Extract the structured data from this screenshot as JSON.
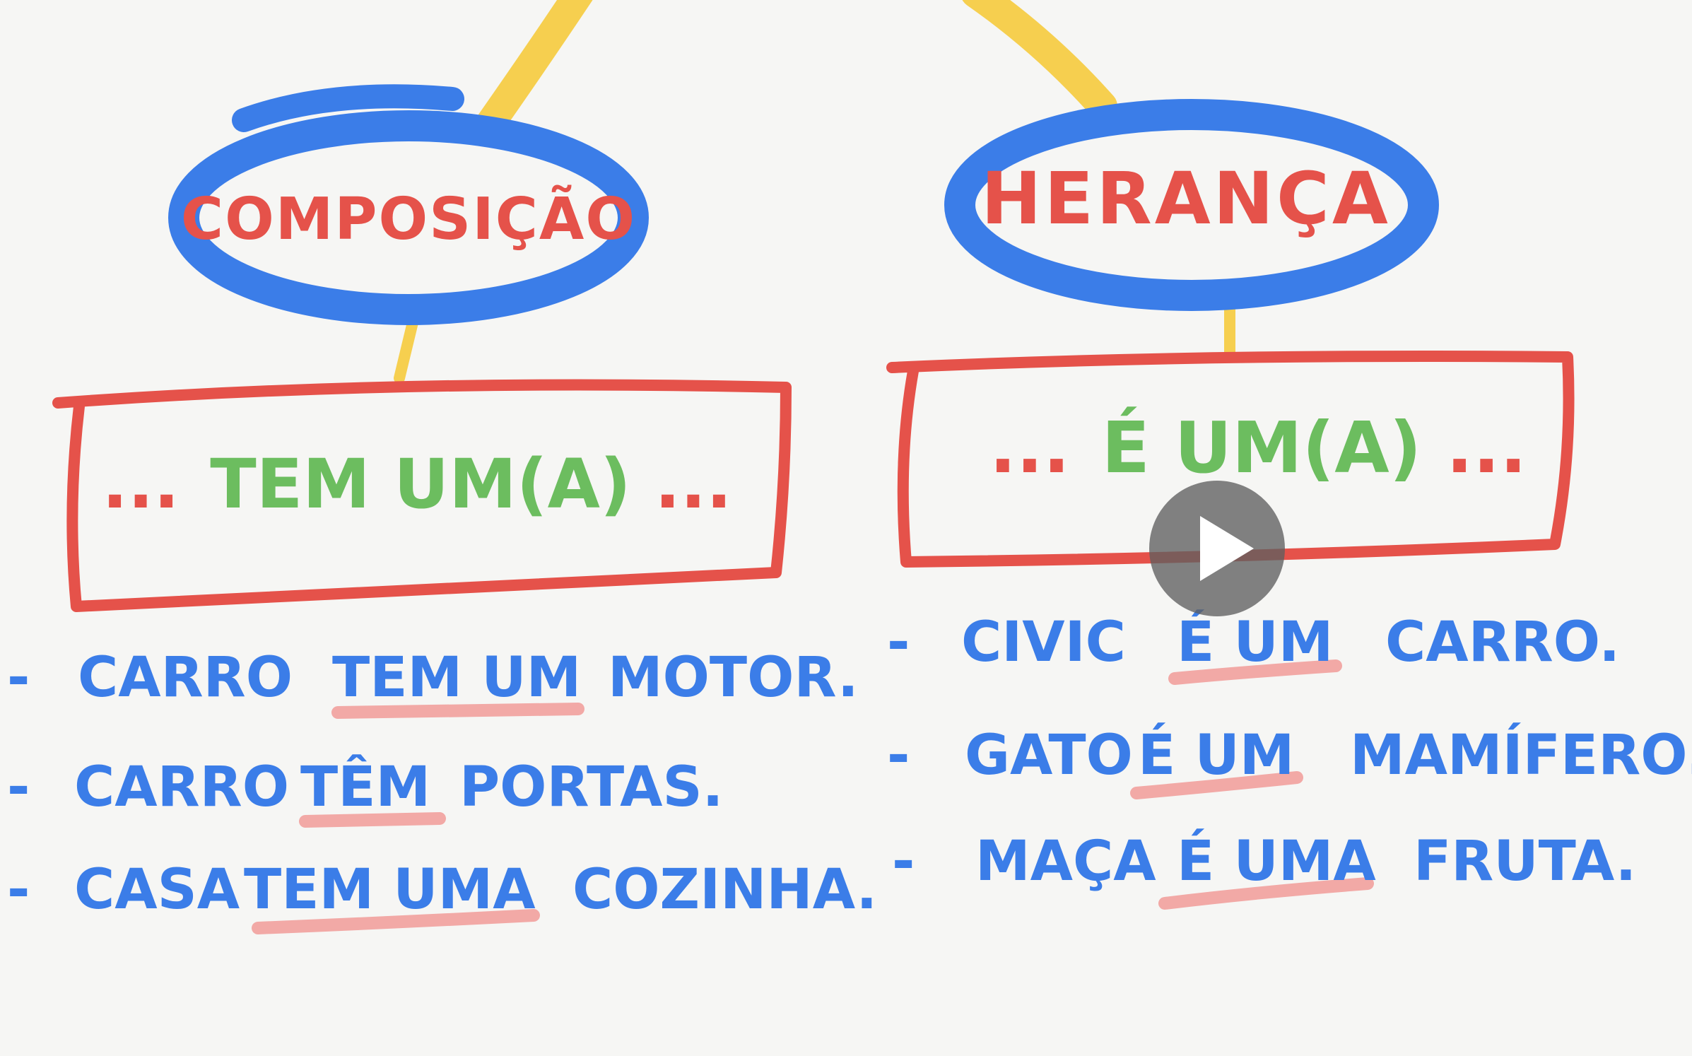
{
  "colors": {
    "background": "#f6f6f4",
    "ellipse": "#3b7de8",
    "connector": "#f6cf4f",
    "box": "#e5524a",
    "relation_text": "#6cbd5f",
    "title_text": "#e5524a",
    "example_text": "#3b7de8",
    "underline": "#f2a9a6"
  },
  "composition": {
    "title": "COMPOSIÇÃO",
    "relation_dots_before": "...",
    "relation": "TEM UM(A)",
    "relation_dots_after": "...",
    "examples": [
      {
        "bullet": "-",
        "subject": "CARRO",
        "verb": "TEM UM",
        "object": "MOTOR."
      },
      {
        "bullet": "-",
        "subject": "CARRO",
        "verb": "TÊM",
        "object": "PORTAS."
      },
      {
        "bullet": "-",
        "subject": "CASA",
        "verb": "TEM UMA",
        "object": "COZINHA."
      }
    ]
  },
  "inheritance": {
    "title": "HERANÇA",
    "relation_dots_before": "...",
    "relation": "É UM(A)",
    "relation_dots_after": "...",
    "examples": [
      {
        "bullet": "-",
        "subject": "CIVIC",
        "verb": "É UM",
        "object": "CARRO."
      },
      {
        "bullet": "-",
        "subject": "GATO",
        "verb": "É UM",
        "object": "MAMÍFERO."
      },
      {
        "bullet": "-",
        "subject": "MAÇA",
        "verb": "É UMA",
        "object": "FRUTA."
      }
    ]
  },
  "player": {
    "play_icon": "play-icon"
  }
}
